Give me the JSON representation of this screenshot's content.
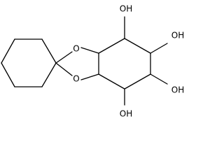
{
  "molecule": {
    "atoms": {
      "ring_oxygen_top": "O",
      "ring_oxygen_bottom": "O",
      "hydroxyl_top_left": "OH",
      "hydroxyl_top_right": "OH",
      "hydroxyl_bottom_right": "OH",
      "hydroxyl_bottom_left": "OH"
    }
  },
  "colors": {
    "bond": "#000000",
    "label": "#000000",
    "background": "#ffffff"
  }
}
